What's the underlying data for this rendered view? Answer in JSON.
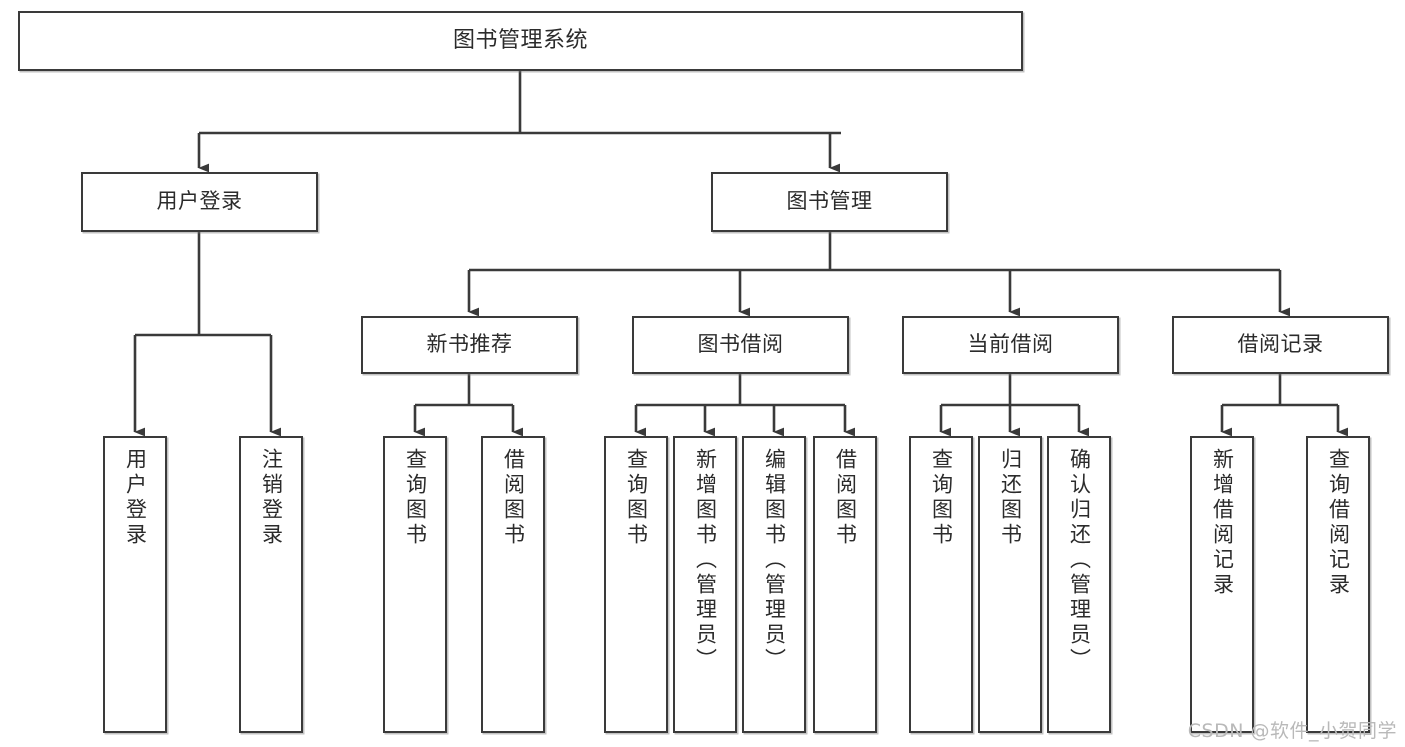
{
  "diagram": {
    "title": "图书管理系统",
    "type": "tree-hierarchy-chart",
    "background_color": "#ffffff",
    "box_border_color": "#3a3a3a",
    "text_color": "#2b2b2b",
    "connector_color": "#3a3a3a"
  },
  "nodes": {
    "root": {
      "label": "图书管理系统"
    },
    "level2": [
      {
        "label": "用户登录"
      },
      {
        "label": "图书管理"
      }
    ],
    "level3": [
      {
        "label": "新书推荐"
      },
      {
        "label": "图书借阅"
      },
      {
        "label": "当前借阅"
      },
      {
        "label": "借阅记录"
      }
    ],
    "leaves_user_login": [
      {
        "label": "用户登录"
      },
      {
        "label": "注销登录"
      }
    ],
    "leaves_new_book": [
      {
        "label": "查询图书"
      },
      {
        "label": "借阅图书"
      }
    ],
    "leaves_borrow": [
      {
        "label": "查询图书"
      },
      {
        "label": "新增图书（管理员）"
      },
      {
        "label": "编辑图书（管理员）"
      },
      {
        "label": "借阅图书"
      }
    ],
    "leaves_current": [
      {
        "label": "查询图书"
      },
      {
        "label": "归还图书"
      },
      {
        "label": "确认归还（管理员）"
      }
    ],
    "leaves_record": [
      {
        "label": "新增借阅记录"
      },
      {
        "label": "查询借阅记录"
      }
    ]
  },
  "watermark": {
    "text": "CSDN @软件_小贺同学",
    "color": "#b9b9b9"
  }
}
